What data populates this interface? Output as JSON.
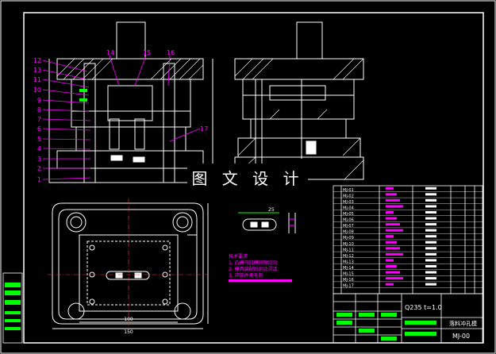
{
  "drawing": {
    "callouts_left": [
      "12",
      "13",
      "11",
      "10",
      "9",
      "8",
      "7",
      "6",
      "5",
      "4",
      "3",
      "2",
      "1"
    ],
    "callouts_top": [
      "14",
      "15",
      "16"
    ],
    "callout_right": "17",
    "watermark": "图 文 设 计",
    "dim_bottom": "100",
    "dim_bottom2": "150",
    "part_dim": "25",
    "tech_req": {
      "title": "技术要求",
      "items": [
        "1. 凸模与凹模间隙均匀",
        "2. 模具装配后运动灵活",
        "3. 冲压件无毛刺"
      ]
    }
  },
  "title_block": {
    "material": "Q235  t=1.0",
    "name": "落料冲孔模",
    "code": "MJ-00"
  },
  "bom_labels": [
    "MJ-01",
    "MJ-02",
    "MJ-03",
    "MJ-04",
    "MJ-05",
    "MJ-06",
    "MJ-07",
    "MJ-08",
    "MJ-09",
    "MJ-10",
    "MJ-11",
    "MJ-12",
    "MJ-13",
    "MJ-14",
    "MJ-15",
    "MJ-16",
    "MJ-17"
  ],
  "colors": {
    "line": "#ffffff",
    "callout": "#ff00ff",
    "green": "#00ff00",
    "center": "#ff3030",
    "bg": "#000000"
  }
}
